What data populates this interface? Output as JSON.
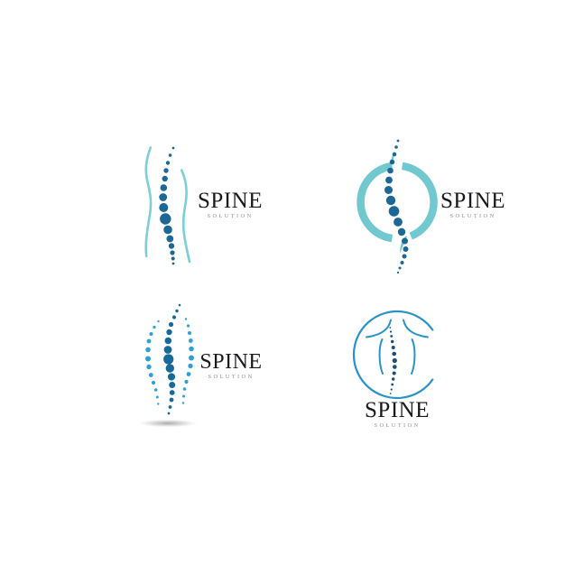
{
  "page": {
    "description": "Spine Solution logo set - four chiropractic spine logo variations on white background"
  },
  "colors": {
    "canvas-white": "#ffffff",
    "wordmark-dark": "#1a1a1e",
    "tagline-gray": "#8e9196",
    "spine-dot-blue": "#1c6795",
    "flow-teal": "#7ccfd4",
    "ring-teal": "#72c8cf",
    "dot-blue-core": "#17699a",
    "dot-blue-light": "#2f9fd6",
    "body-line-blue": "#2a93c5",
    "spine-dot-navy": "#1d4e78",
    "shadow-gray": "#a8a8a8"
  },
  "logos": [
    {
      "id": "flow",
      "icon": "spine-dots-with-flow-curves-icon",
      "name": "SPINE",
      "tagline": "SOLUTION"
    },
    {
      "id": "ring",
      "icon": "spine-dots-in-teal-ring-icon",
      "name": "SPINE",
      "tagline": "SOLUTION"
    },
    {
      "id": "dotted",
      "icon": "triple-dotted-spine-icon",
      "name": "SPINE",
      "tagline": "SOLUTION"
    },
    {
      "id": "body",
      "icon": "back-torso-spine-circle-icon",
      "name": "SPINE",
      "tagline": "SOLUTION"
    }
  ]
}
